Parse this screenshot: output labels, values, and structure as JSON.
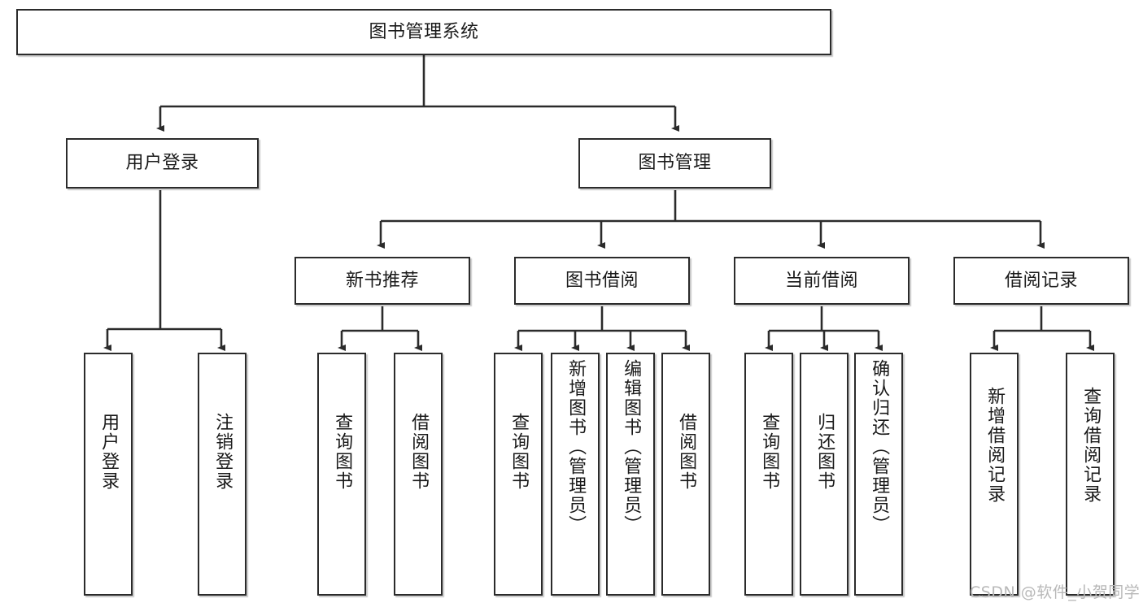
{
  "diagram": {
    "title": "图书管理系统",
    "type": "tree-hierarchy",
    "watermark": "CSDN @软件_小贺同学",
    "colors": {
      "box_border": "#2b2b2b",
      "box_fill": "#ffffff",
      "text": "#1a1a1a",
      "edge": "#2b2b2b",
      "watermark": "#b8b8b8",
      "page_background": "#ffffff"
    },
    "nodes": {
      "root": {
        "label": "图书管理系统"
      },
      "level2": [
        {
          "id": "user-login",
          "label": "用户登录"
        },
        {
          "id": "book-management",
          "label": "图书管理"
        }
      ],
      "level3": [
        {
          "id": "new-book-recommend",
          "label": "新书推荐"
        },
        {
          "id": "book-borrow",
          "label": "图书借阅"
        },
        {
          "id": "current-borrow",
          "label": "当前借阅"
        },
        {
          "id": "borrow-record",
          "label": "借阅记录"
        }
      ],
      "leaves": {
        "user_login": [
          {
            "id": "leaf-user-login",
            "label": "用户登录"
          },
          {
            "id": "leaf-logout-login",
            "label": "注销登录"
          }
        ],
        "new_book_recommend": [
          {
            "id": "leaf-query-book-1",
            "label": "查询图书"
          },
          {
            "id": "leaf-borrow-book-1",
            "label": "借阅图书"
          }
        ],
        "book_borrow": [
          {
            "id": "leaf-query-book-2",
            "label": "查询图书"
          },
          {
            "id": "leaf-add-book",
            "label": "新增图书（管理员）"
          },
          {
            "id": "leaf-edit-book",
            "label": "编辑图书（管理员）"
          },
          {
            "id": "leaf-borrow-book-2",
            "label": "借阅图书"
          }
        ],
        "current_borrow": [
          {
            "id": "leaf-query-book-3",
            "label": "查询图书"
          },
          {
            "id": "leaf-return-book",
            "label": "归还图书"
          },
          {
            "id": "leaf-confirm-return",
            "label": "确认归还（管理员）"
          }
        ],
        "borrow_record": [
          {
            "id": "leaf-add-borrow-record",
            "label": "新增借阅记录"
          },
          {
            "id": "leaf-query-borrow-record",
            "label": "查询借阅记录"
          }
        ]
      }
    }
  }
}
